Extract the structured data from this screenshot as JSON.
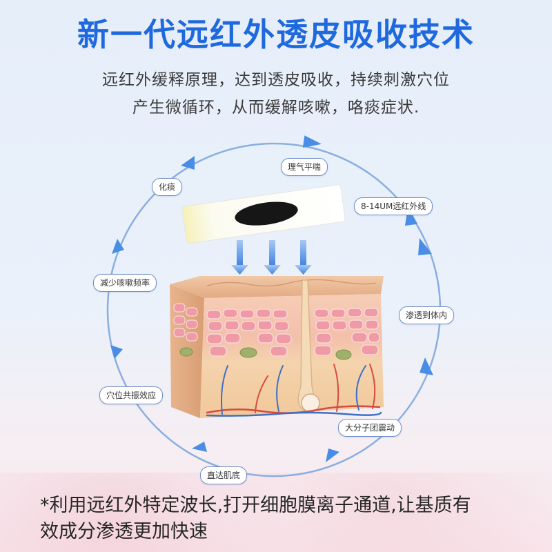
{
  "header": {
    "title": "新一代远红外透皮吸收技术",
    "subtitle_lines": [
      "远红外缓释原理，达到透皮吸收，持续刺激穴位",
      "产生微循环，从而缓解咳嗽，咯痰症状."
    ]
  },
  "cycle": {
    "labels": {
      "qi_breath": "理气平喘",
      "far_infrared": "8-14UM远红外线",
      "penetrate": "渗透到体内",
      "molecule": "大分子团震动",
      "dermis": "直达肌底",
      "acupoint": "穴位共振效应",
      "cough": "减少咳嗽频率",
      "phlegm": "化痰"
    }
  },
  "footnote": {
    "lines": [
      "*利用远红外特定波长,打开细胞膜离子通道,让基质有",
      "效成分渗透更加快速"
    ]
  },
  "colors": {
    "title_blue": "#1f69de",
    "arrow_blue": "#4a8de6",
    "ring_blue": "#8aaee0"
  }
}
